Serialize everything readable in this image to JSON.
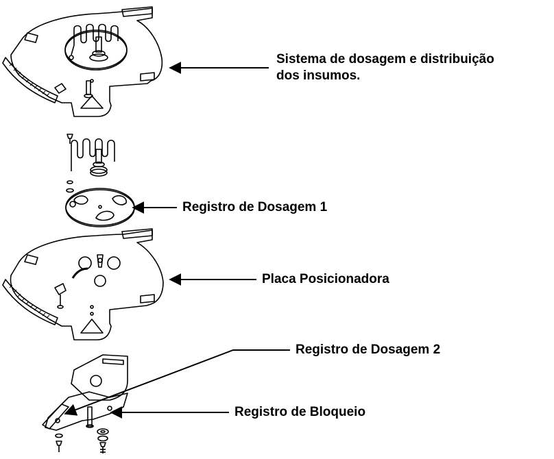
{
  "labels": {
    "system_line1": "Sistema de dosagem e distribuição",
    "system_line2": "dos insumos.",
    "dosing_register_1": "Registro de Dosagem 1",
    "positioning_plate": "Placa Posicionadora",
    "dosing_register_2": "Registro de Dosagem 2",
    "blocking_register": "Registro de Bloqueio"
  },
  "colors": {
    "ink": "#000000",
    "paper": "#ffffff"
  }
}
